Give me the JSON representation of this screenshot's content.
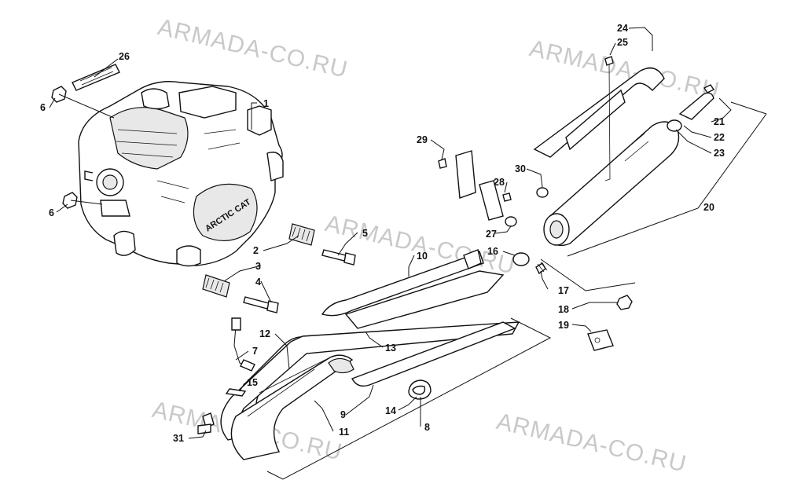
{
  "watermarks": [
    "ARMADA-CO.RU",
    "ARMADA-CO.RU",
    "ARMADA-CO.RU",
    "ARMADA-CO.RU",
    "ARMADA-CO.RU"
  ],
  "engine_brand_text": "ARCTIC CAT",
  "callouts": [
    "1",
    "2",
    "3",
    "4",
    "5",
    "6",
    "6",
    "7",
    "8",
    "9",
    "10",
    "11",
    "12",
    "13",
    "14",
    "15",
    "16",
    "17",
    "18",
    "19",
    "20",
    "21",
    "22",
    "23",
    "24",
    "25",
    "26",
    "27",
    "28",
    "29",
    "30",
    "31"
  ]
}
